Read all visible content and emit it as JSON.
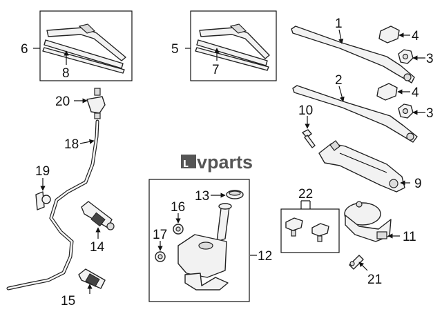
{
  "logo": {
    "mark": "ʟ",
    "text": "vparts"
  },
  "callouts": {
    "c1": "1",
    "c2": "2",
    "c3a": "3",
    "c3b": "3",
    "c4a": "4",
    "c4b": "4",
    "c5": "5",
    "c6": "6",
    "c7": "7",
    "c8": "8",
    "c9": "9",
    "c10": "10",
    "c11": "11",
    "c12": "12",
    "c13": "13",
    "c14": "14",
    "c15": "15",
    "c16": "16",
    "c17": "17",
    "c18": "18",
    "c19": "19",
    "c20": "20",
    "c21": "21",
    "c22": "22"
  }
}
